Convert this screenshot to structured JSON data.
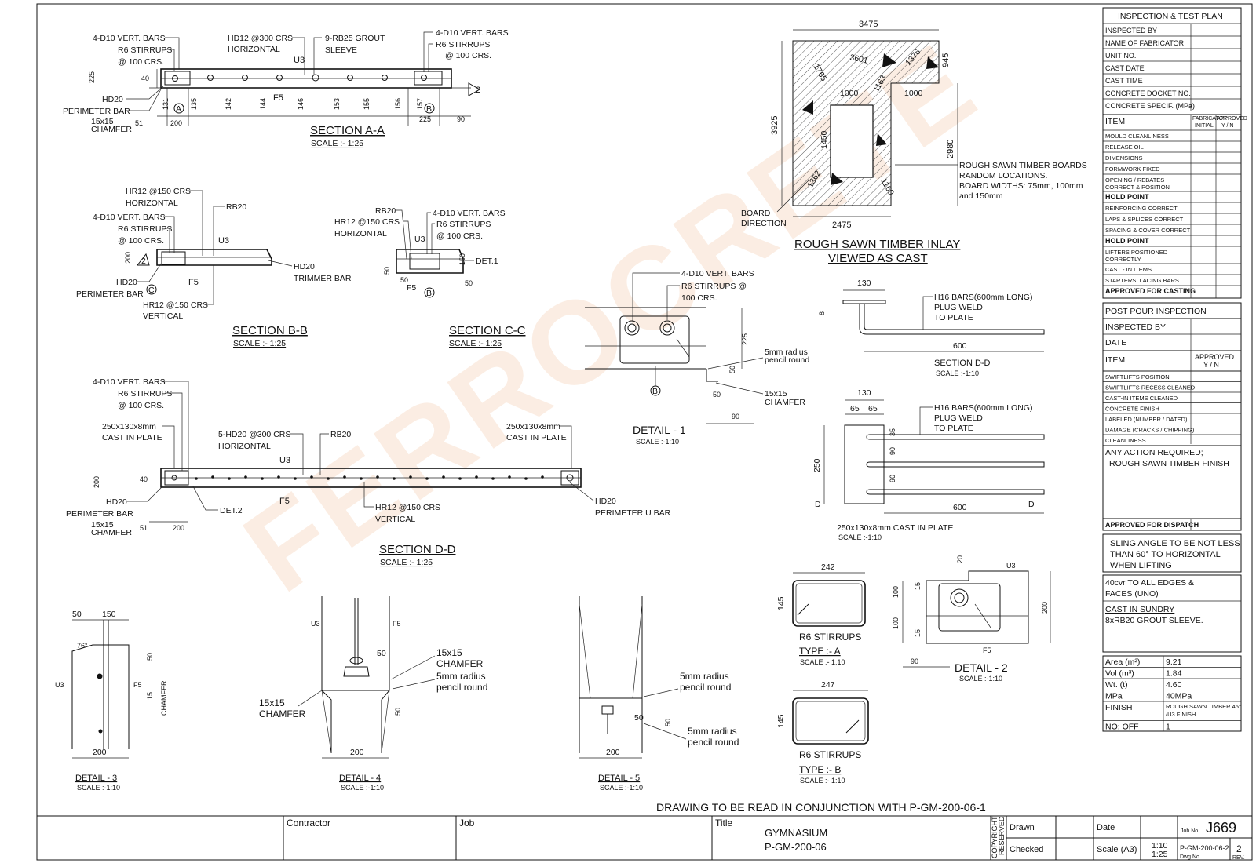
{
  "sections": {
    "aa": {
      "title": "SECTION A-A",
      "scale": "SCALE :- 1:25",
      "labels": {
        "vert_bars_l": "4-D10 VERT. BARS",
        "stirrups_l1": "R6 STIRRUPS",
        "stirrups_l2": "@ 100 CRS.",
        "hd12_1": "HD12 @300 CRS",
        "hd12_2": "HORIZONTAL",
        "grout_1": "9-RB25 GROUT",
        "grout_2": "SLEEVE",
        "vert_bars_r": "4-D10 VERT. BARS",
        "stirrups_r1": "R6 STIRRUPS",
        "stirrups_r2": "@ 100 CRS.",
        "u3": "U3",
        "f5": "F5",
        "hd20": "HD20",
        "perim": "PERIMETER BAR",
        "chamf1": "15x15",
        "chamf2": "CHAMFER",
        "d225": "225",
        "d40": "40",
        "d51": "51",
        "d200": "200",
        "d225b": "225",
        "d90": "90",
        "bay": [
          "131",
          "135",
          "142",
          "144",
          "146",
          "153",
          "155",
          "156",
          "157"
        ],
        "markA": "A",
        "markB": "B",
        "tri": "2"
      }
    },
    "bb": {
      "title": "SECTION B-B",
      "scale": "SCALE :- 1:25",
      "labels": {
        "hr12_1": "HR12 @150 CRS",
        "hr12_2": "HORIZONTAL",
        "rb20": "RB20",
        "vert": "4-D10 VERT. BARS",
        "st1": "R6 STIRRUPS",
        "st2": "@ 100 CRS.",
        "u3": "U3",
        "hd20r": "HD20",
        "trim": "TRIMMER BAR",
        "hd20": "HD20",
        "f5": "F5",
        "perim": "PERIMETER BAR",
        "hr12v1": "HR12 @150 CRS",
        "hr12v2": "VERTICAL",
        "d200": "200",
        "markC": "C",
        "tri": "2"
      }
    },
    "cc": {
      "title": "SECTION C-C",
      "scale": "SCALE :- 1:25",
      "labels": {
        "rb20": "RB20",
        "hr12_1": "HR12 @150 CRS",
        "hr12_2": "HORIZONTAL",
        "vert": "4-D10 VERT. BARS",
        "st1": "R6 STIRRUPS",
        "st2": "@ 100 CRS.",
        "u3": "U3",
        "det1": "DET.1",
        "f5": "F5",
        "d50a": "50",
        "d50b": "50",
        "d50c": "50",
        "d150": "150",
        "markB": "B"
      }
    },
    "dd": {
      "title": "SECTION D-D",
      "scale": "SCALE :- 1:25",
      "labels": {
        "vert": "4-D10 VERT. BARS",
        "st1": "R6 STIRRUPS",
        "st2": "@ 100 CRS.",
        "plate1": "250x130x8mm",
        "plate2": "CAST IN PLATE",
        "hd20h1": "5-HD20 @300 CRS",
        "hd20h2": "HORIZONTAL",
        "rb20": "RB20",
        "u3": "U3",
        "plate_r1": "250x130x8mm",
        "plate_r2": "CAST IN PLATE",
        "d200": "200",
        "d40": "40",
        "hd20": "HD20",
        "perim": "PERIMETER BAR",
        "chamf1": "15x15",
        "chamf2": "CHAMFER",
        "det2": "DET.2",
        "f5": "F5",
        "hr12_1": "HR12 @150 CRS",
        "hr12_2": "VERTICAL",
        "hd20r": "HD20",
        "perimu": "PERIMETER U BAR",
        "d51": "51",
        "d200b": "200"
      }
    }
  },
  "inlay": {
    "title1": "ROUGH SAWN TIMBER INLAY",
    "title2": "VIEWED AS CAST",
    "dims": {
      "top": "3475",
      "right_top": "945",
      "left": "3925",
      "right": "2980",
      "bottom": "2475",
      "open_w": "1000",
      "open_w2": "1000",
      "open_h": "1450",
      "diag1": "1765",
      "diag2": "3601",
      "diag3": "1376",
      "diag4": "1163",
      "diag5": "1362",
      "diag6": "1160"
    },
    "note1": "ROUGH SAWN TIMBER BOARDS",
    "note2": "RANDOM LOCATIONS.",
    "note3": "BOARD WIDTHS: 75mm, 100mm",
    "note4": "and 150mm",
    "board1": "BOARD",
    "board2": "DIRECTION"
  },
  "detail1": {
    "title": "DETAIL - 1",
    "scale": "SCALE :-1:10",
    "vert": "4-D10 VERT. BARS",
    "st1": "R6 STIRRUPS @",
    "st2": "100 CRS.",
    "r1": "5mm radius",
    "r2": "pencil round",
    "ch1": "15x15",
    "ch2": "CHAMFER",
    "d225": "225",
    "d50": "50",
    "d50b": "50",
    "d90": "90",
    "mark": "B"
  },
  "plate_sec": {
    "d130": "130",
    "d8": "8",
    "h16_1": "H16 BARS(600mm LONG)",
    "h16_2": "PLUG WELD",
    "h16_3": "TO PLATE",
    "d600": "600",
    "title": "SECTION D-D",
    "scale": "SCALE :-1:10"
  },
  "plate_plan": {
    "d130": "130",
    "d65a": "65",
    "d65b": "65",
    "h16_1": "H16 BARS(600mm LONG)",
    "h16_2": "PLUG WELD",
    "h16_3": "TO PLATE",
    "d250": "250",
    "d35": "35",
    "d90a": "90",
    "d90b": "90",
    "d600": "600",
    "markD1": "D",
    "markD2": "D",
    "title": "250x130x8mm CAST IN PLATE",
    "scale": "SCALE :-1:10"
  },
  "stirrups": {
    "a": {
      "w": "242",
      "h": "145",
      "name": "R6 STIRRUPS",
      "type": "TYPE :- A",
      "scale": "SCALE :- 1:10"
    },
    "b": {
      "w": "247",
      "h": "145",
      "name": "R6 STIRRUPS",
      "type": "TYPE :- B",
      "scale": "SCALE :- 1:10"
    }
  },
  "detail2": {
    "title": "DETAIL - 2",
    "scale": "SCALE :-1:10",
    "d20": "20",
    "u3": "U3",
    "d15a": "15",
    "d100a": "100",
    "d100b": "100",
    "d15b": "15",
    "d200": "200",
    "f5": "F5",
    "d90": "90"
  },
  "detail3": {
    "title": "DETAIL - 3",
    "scale": "SCALE :-1:10",
    "d50": "50",
    "d150": "150",
    "d50b": "50",
    "d15": "15",
    "chamfer": "CHAMFER",
    "u3": "U3",
    "f5": "F5",
    "d200": "200",
    "ang": "76°"
  },
  "detail4": {
    "title": "DETAIL - 4",
    "scale": "SCALE :-1:10",
    "u3": "U3",
    "f5": "F5",
    "d50": "50",
    "c1": "15x15",
    "c2": "CHAMFER",
    "r1": "5mm radius",
    "r2": "pencil round",
    "cb1": "15x15",
    "cb2": "CHAMFER",
    "d50b": "50",
    "d200": "200"
  },
  "detail5": {
    "title": "DETAIL - 5",
    "scale": "SCALE :-1:10",
    "r1": "5mm radius",
    "r2": "pencil round",
    "d50": "50",
    "d50b": "50",
    "r3": "5mm radius",
    "r4": "pencil round",
    "d200": "200"
  },
  "itp": {
    "title": "INSPECTION & TEST PLAN",
    "head": [
      "INSPECTED BY",
      "NAME OF FABRICATOR",
      "UNIT NO.",
      "CAST DATE",
      "CAST TIME",
      "CONCRETE DOCKET NO.",
      "CONCRETE SPECIF. (MPa)"
    ],
    "col_item": "ITEM",
    "col_fab1": "FABRICATOR",
    "col_fab2": "INITIAL",
    "col_app1": "APPROVED",
    "col_app2": "Y / N",
    "items": [
      "MOULD CLEANLINESS",
      "RELEASE OIL",
      "DIMENSIONS",
      "FORMWORK FIXED",
      "OPENING / REBATES",
      "HOLD POINT",
      "REINFORCING CORRECT",
      "LAPS & SPLICES CORRECT",
      "SPACING & COVER CORRECT",
      "HOLD POINT",
      "LIFTERS POSITIONED",
      "CAST - IN ITEMS",
      "STARTERS, LACING BARS",
      "APPROVED FOR CASTING"
    ],
    "items_b": [
      "",
      "",
      "",
      "",
      "CORRECT & POSITION",
      "",
      "",
      "",
      "",
      "",
      "CORRECTLY",
      "",
      "",
      ""
    ],
    "post_title": "POST POUR INSPECTION",
    "post_head": [
      "INSPECTED BY",
      "DATE"
    ],
    "post_item": "ITEM",
    "post_app1": "APPROVED",
    "post_app2": "Y / N",
    "post_items": [
      "SWIFTLIFTS POSITION",
      "SWIFTLIFTS RECESS CLEANED",
      "CAST-IN ITEMS CLEANED",
      "CONCRETE FINISH",
      "LABELED (NUMBER / DATED)",
      "DAMAGE (CRACKS / CHIPPING)",
      "CLEANLINESS"
    ],
    "action": "ANY ACTION REQUIRED;",
    "action_val": "ROUGH SAWN TIMBER FINISH",
    "dispatch": "APPROVED FOR DISPATCH",
    "sling1": "SLING ANGLE TO BE NOT LESS",
    "sling2": "THAN 60° TO HORIZONTAL",
    "sling3": "WHEN LIFTING",
    "cvr1": "40cvr TO ALL EDGES &",
    "cvr2": "FACES (UNO)",
    "sundry1": "CAST IN SUNDRY",
    "sundry2": "8xRB20 GROUT SLEEVE.",
    "props": [
      {
        "k": "Area (m²)",
        "v": "9.21"
      },
      {
        "k": "Vol (m³)",
        "v": "1.84"
      },
      {
        "k": "Wt. (t)",
        "v": "4.60"
      },
      {
        "k": "MPa",
        "v": "40MPa"
      },
      {
        "k": "FINISH",
        "v": "ROUGH SAWN TIMBER 45°",
        "v2": "/U3 FINISH"
      },
      {
        "k": "NO: OFF",
        "v": "1"
      }
    ]
  },
  "note_bottom": "DRAWING TO BE READ IN CONJUNCTION WITH P-GM-200-06-1",
  "title_block": {
    "contractor": "Contractor",
    "job": "Job",
    "title": "Title",
    "t1": "GYMNASIUM",
    "t2": "P-GM-200-06",
    "copy1": "COPYRIGHT",
    "copy2": "RESERVED",
    "drawn": "Drawn",
    "checked": "Checked",
    "date": "Date",
    "scale": "Scale (A3)",
    "scale1": "1:10",
    "scale2": "1:25",
    "jobno_l": "Job No.",
    "jobno": "J669",
    "dwg": "P-GM-200-06-2",
    "dwg_l": "Dwg No.",
    "rev": "2",
    "rev_l": "REV."
  },
  "watermark": "FERROCRETE"
}
